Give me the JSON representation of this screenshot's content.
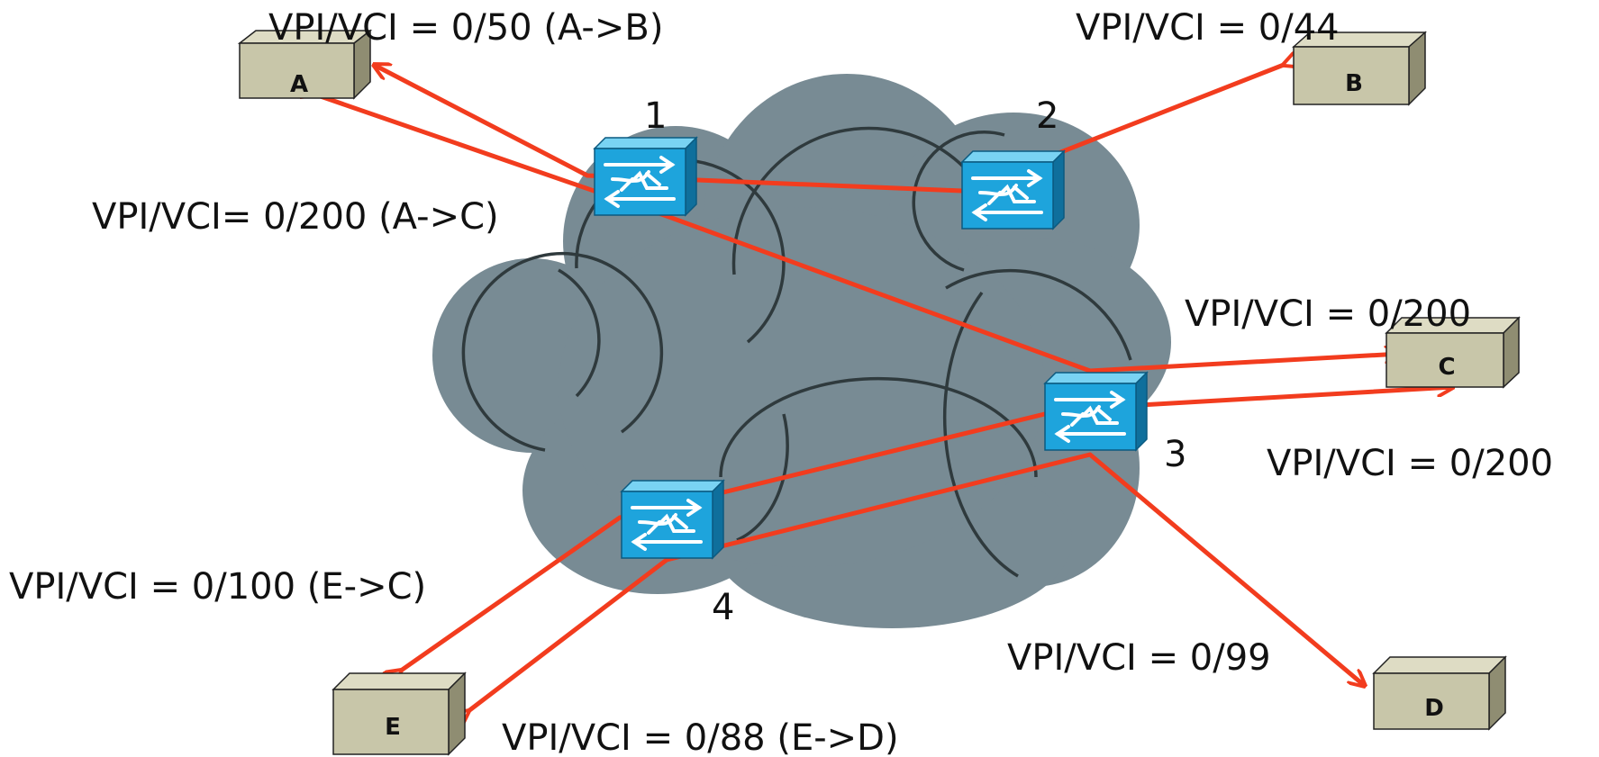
{
  "labels": {
    "vc_a_b": "VPI/VCI = 0/50 (A->B)",
    "vc_b": "VPI/VCI = 0/44",
    "vc_a_c": "VPI/VCI= 0/200 (A->C)",
    "vc_c_top": "VPI/VCI = 0/200",
    "vc_c_bottom": "VPI/VCI = 0/200",
    "vc_e_c": "VPI/VCI = 0/100 (E->C)",
    "vc_d": "VPI/VCI = 0/99",
    "vc_e_d": "VPI/VCI = 0/88 (E->D)"
  },
  "switches": {
    "s1": "1",
    "s2": "2",
    "s3": "3",
    "s4": "4"
  },
  "hosts": {
    "a": "A",
    "b": "B",
    "c": "C",
    "d": "D",
    "e": "E"
  },
  "colors": {
    "cloud": "#788b94",
    "cloud_outline": "#2f3a3d",
    "switch_front": "#1ea4dc",
    "switch_top": "#79d3f3",
    "switch_side": "#0f6f9c",
    "host_front": "#c8c6a9",
    "host_top": "#dedcc4",
    "host_side": "#8f8d72",
    "path": "#f23c1e"
  },
  "icons": {
    "switch": "atm-switch-icon",
    "host": "host-box-icon"
  }
}
